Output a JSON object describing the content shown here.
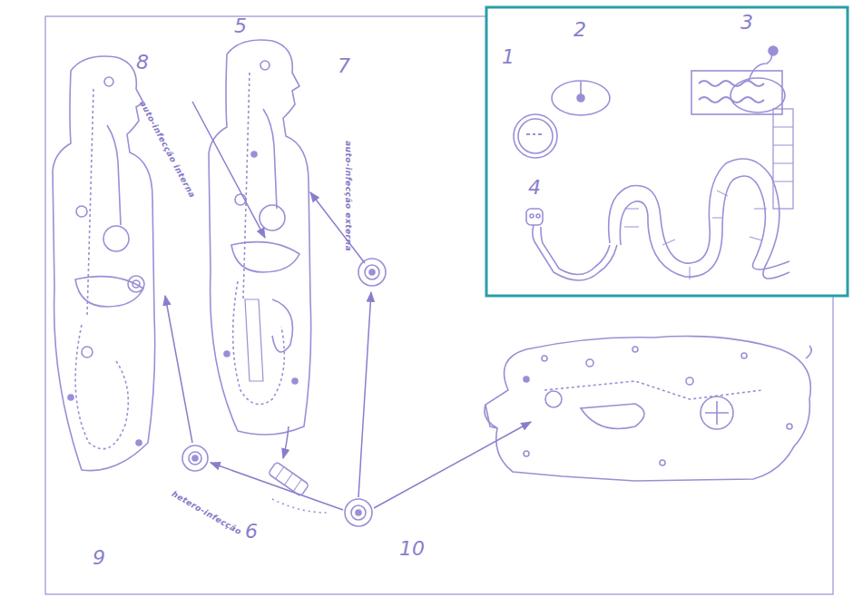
{
  "diagram": {
    "labels": [
      "1",
      "2",
      "3",
      "4",
      "5",
      "6",
      "7",
      "8",
      "9",
      "10",
      "auto-infecção interna",
      "auto-infecção externa",
      "hetero-infecção"
    ]
  }
}
